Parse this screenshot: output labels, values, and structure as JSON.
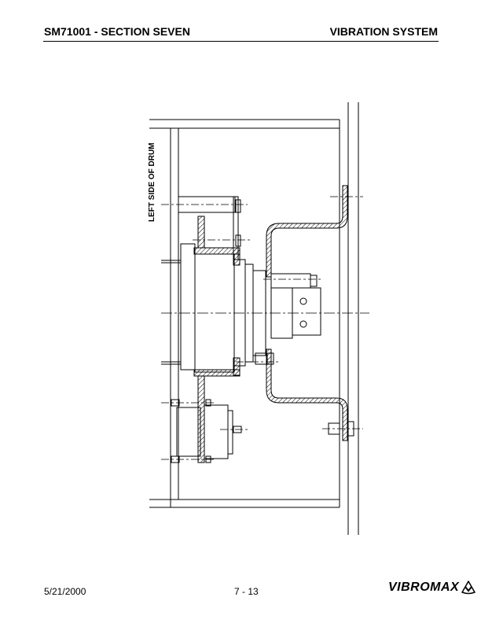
{
  "header": {
    "left": "SM71001 - SECTION SEVEN",
    "right": "VIBRATION SYSTEM"
  },
  "drawing": {
    "label": "LEFT SIDE OF DRUM"
  },
  "footer": {
    "date": "5/21/2000",
    "page": "7 - 13",
    "logo": "VIBROMAX"
  }
}
